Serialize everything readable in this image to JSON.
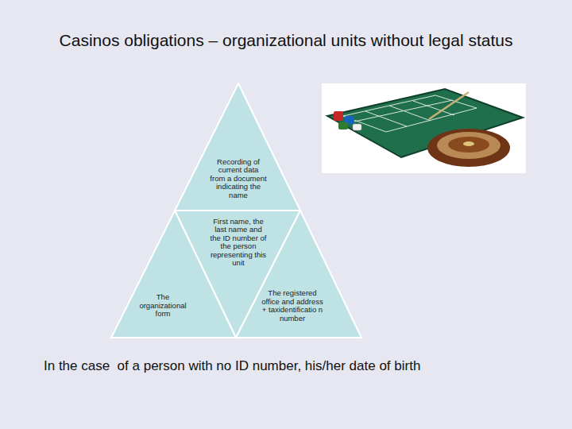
{
  "diagram": {
    "title": "Casinos obligations – organizational units without legal status",
    "nodes": [
      {
        "text": [
          "Recording of current data from a document indicating the name"
        ]
      },
      {
        "text": [
          "First name, the last name and the ID number of the person representing this unit"
        ]
      },
      {
        "text": [
          "The organizational form"
        ]
      },
      {
        "text": [
          "The registered office and address + taxidentificatio n number"
        ]
      }
    ],
    "labels": [
      "In the case  of a person with no ID number, his/her date of birth"
    ]
  }
}
